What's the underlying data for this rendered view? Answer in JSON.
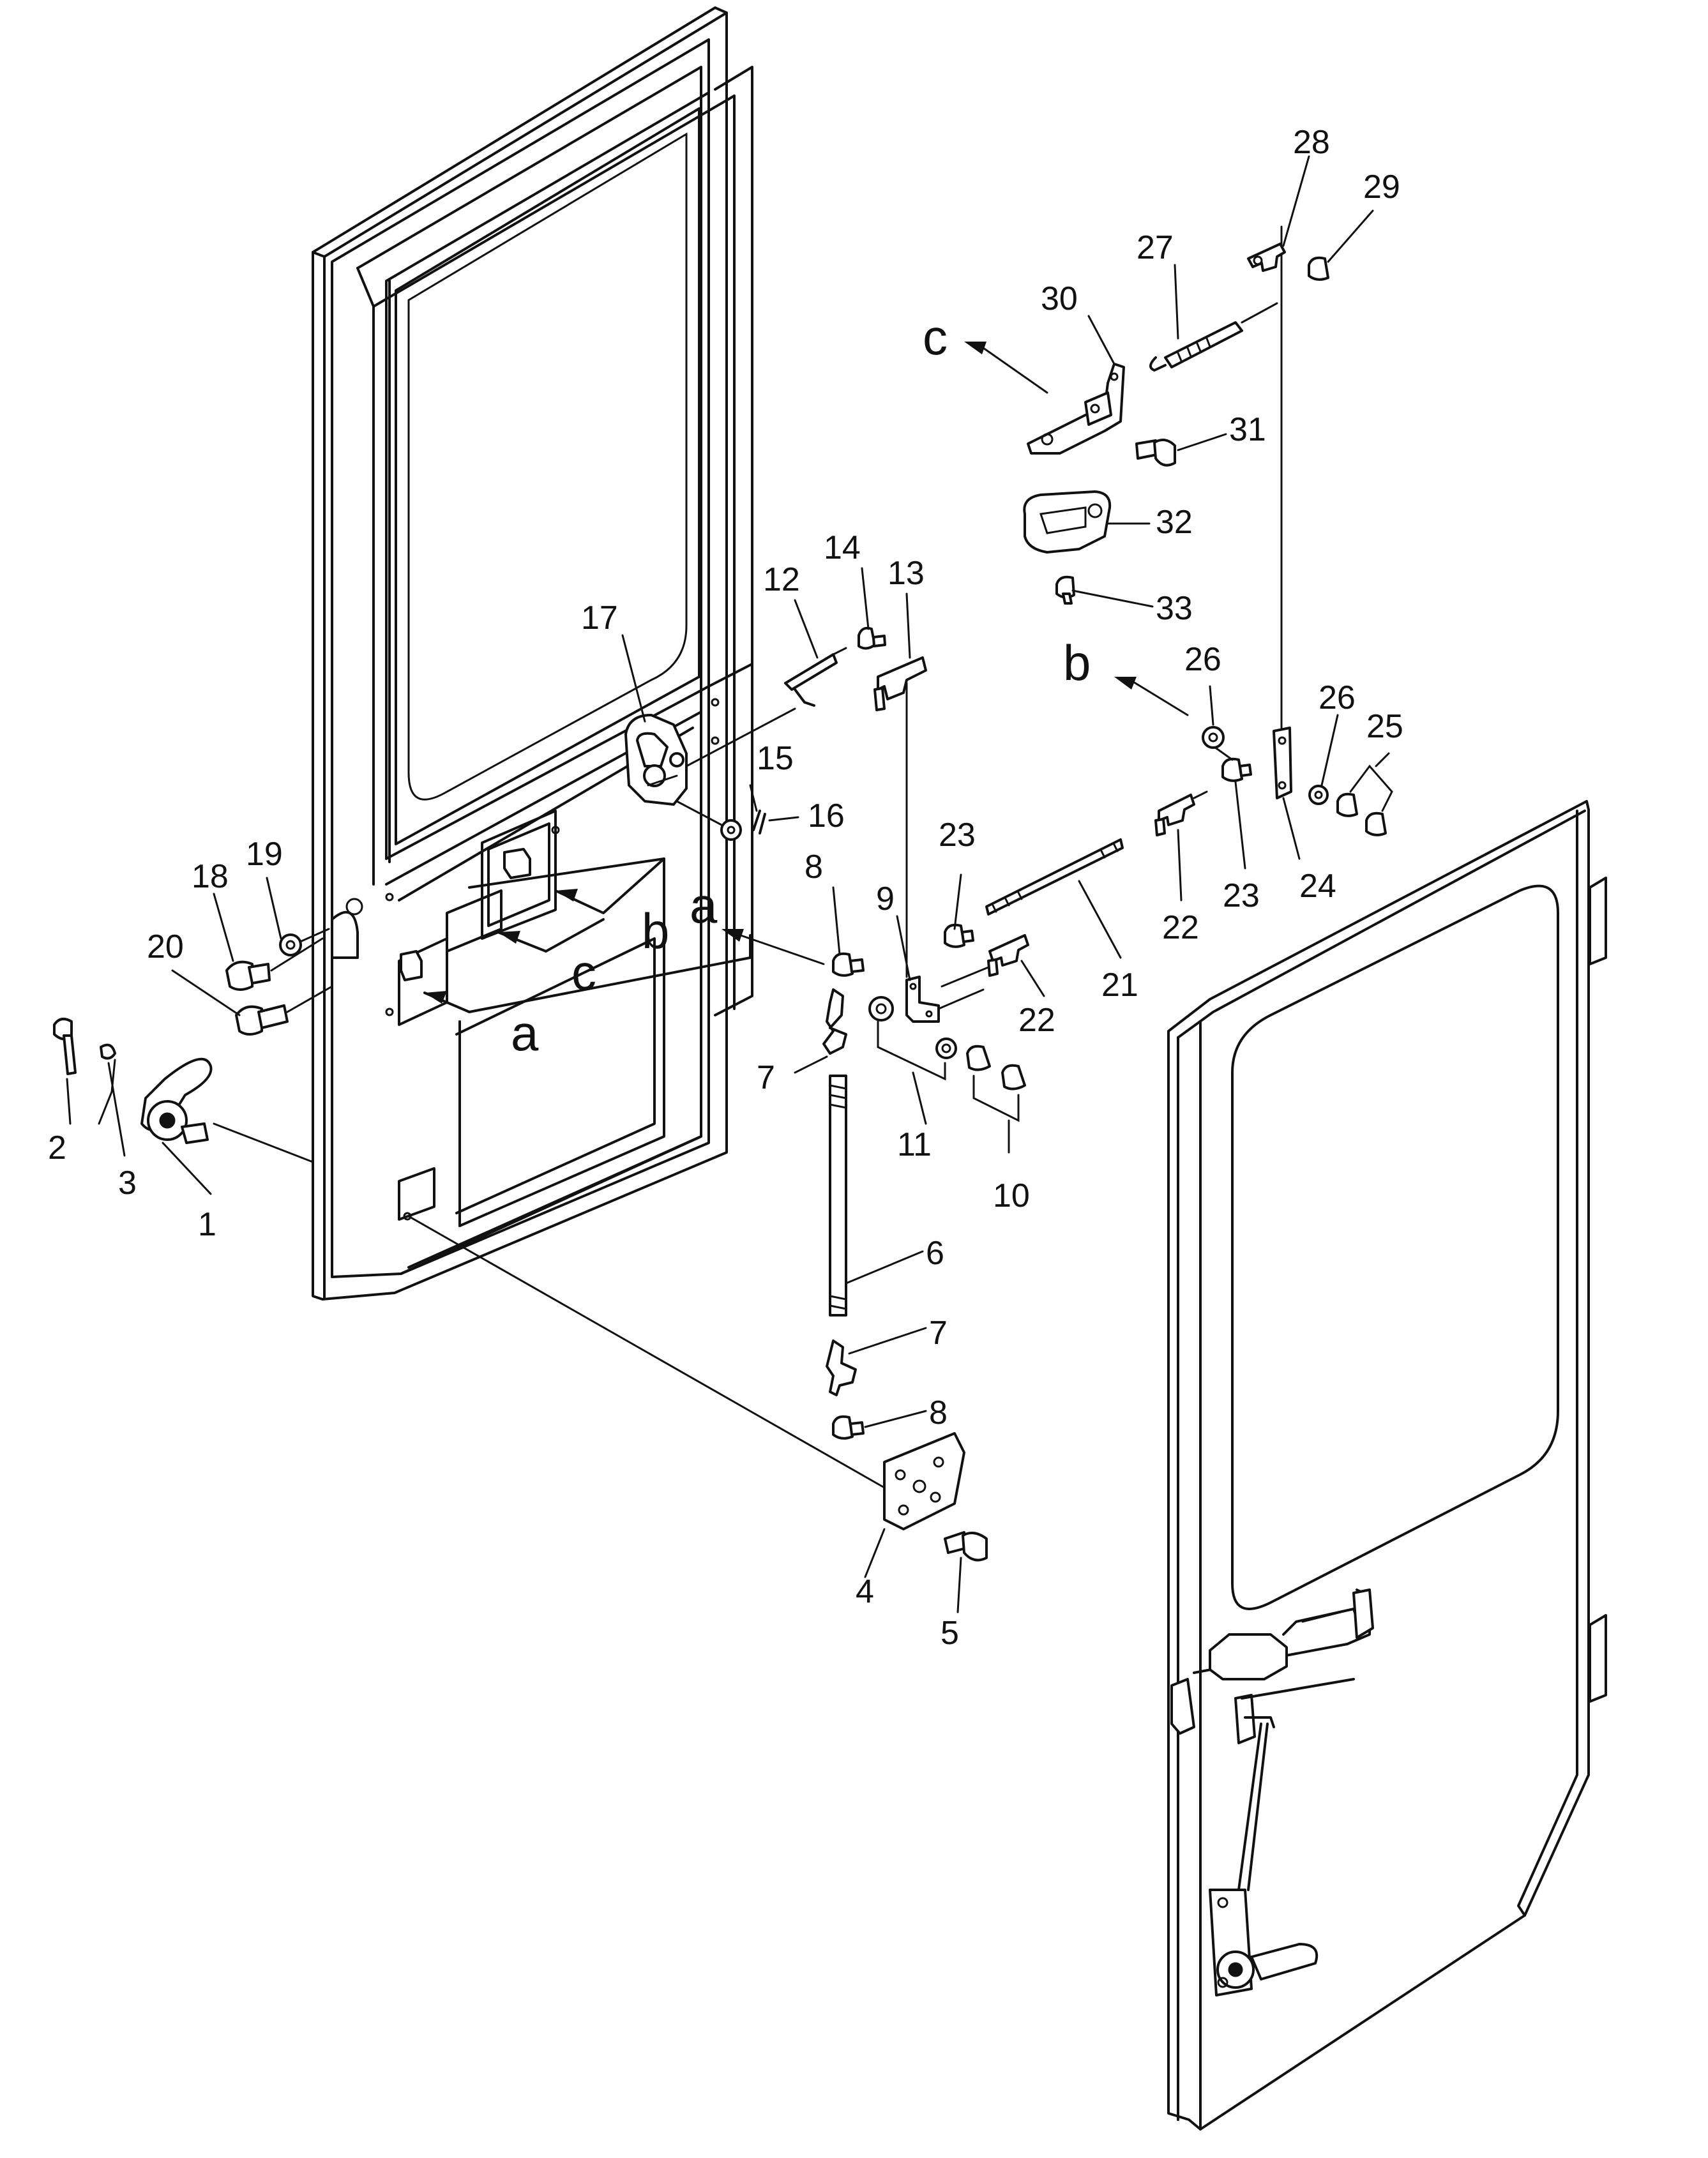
{
  "labels": {
    "n1": "1",
    "n2": "2",
    "n3": "3",
    "n4": "4",
    "n5": "5",
    "n6": "6",
    "n7a": "7",
    "n7b": "7",
    "n8a": "8",
    "n8b": "8",
    "n9": "9",
    "n10": "10",
    "n11": "11",
    "n12": "12",
    "n13": "13",
    "n14": "14",
    "n15": "15",
    "n16": "16",
    "n17": "17",
    "n18": "18",
    "n19": "19",
    "n20": "20",
    "n21": "21",
    "n22a": "22",
    "n22b": "22",
    "n23a": "23",
    "n23b": "23",
    "n24": "24",
    "n25": "25",
    "n26a": "26",
    "n26b": "26",
    "n27": "27",
    "n28": "28",
    "n29": "29",
    "n30": "30",
    "n31": "31",
    "n32": "32",
    "n33": "33",
    "a1": "a",
    "a2": "a",
    "b1": "b",
    "b2": "b",
    "c1": "c",
    "c2": "c"
  }
}
